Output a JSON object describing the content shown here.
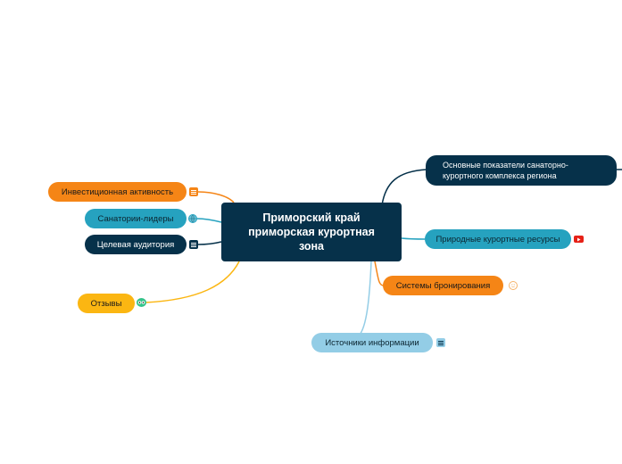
{
  "central": {
    "line1": "Приморский край",
    "line2": "приморская курортная",
    "line3": "зона"
  },
  "right_branches": {
    "indicators": {
      "line1": "Основные показатели санаторно-",
      "line2": "курортного комплекса региона"
    },
    "resources": {
      "label": "Природные курортные ресурсы",
      "icon": "youtube-icon"
    },
    "booking": {
      "label": "Системы бронирования",
      "icon": "smile-icon"
    },
    "sources": {
      "label": "Источники информации",
      "icon": "notes-icon"
    }
  },
  "left_branches": {
    "investment": {
      "label": "Инвестиционная активность",
      "icon": "notes-icon"
    },
    "sanatoriums": {
      "label": "Санатории-лидеры",
      "icon": "globe-icon"
    },
    "audience": {
      "label": "Целевая аудитория",
      "icon": "notes-icon"
    },
    "reviews": {
      "label": "Отзывы",
      "icon": "tripadvisor-icon"
    }
  },
  "colors": {
    "navy": "#06314a",
    "orange": "#f58516",
    "teal": "#26a2bf",
    "lightblue": "#93cde6",
    "yellow": "#fbb612",
    "youtube": "#e62117"
  }
}
